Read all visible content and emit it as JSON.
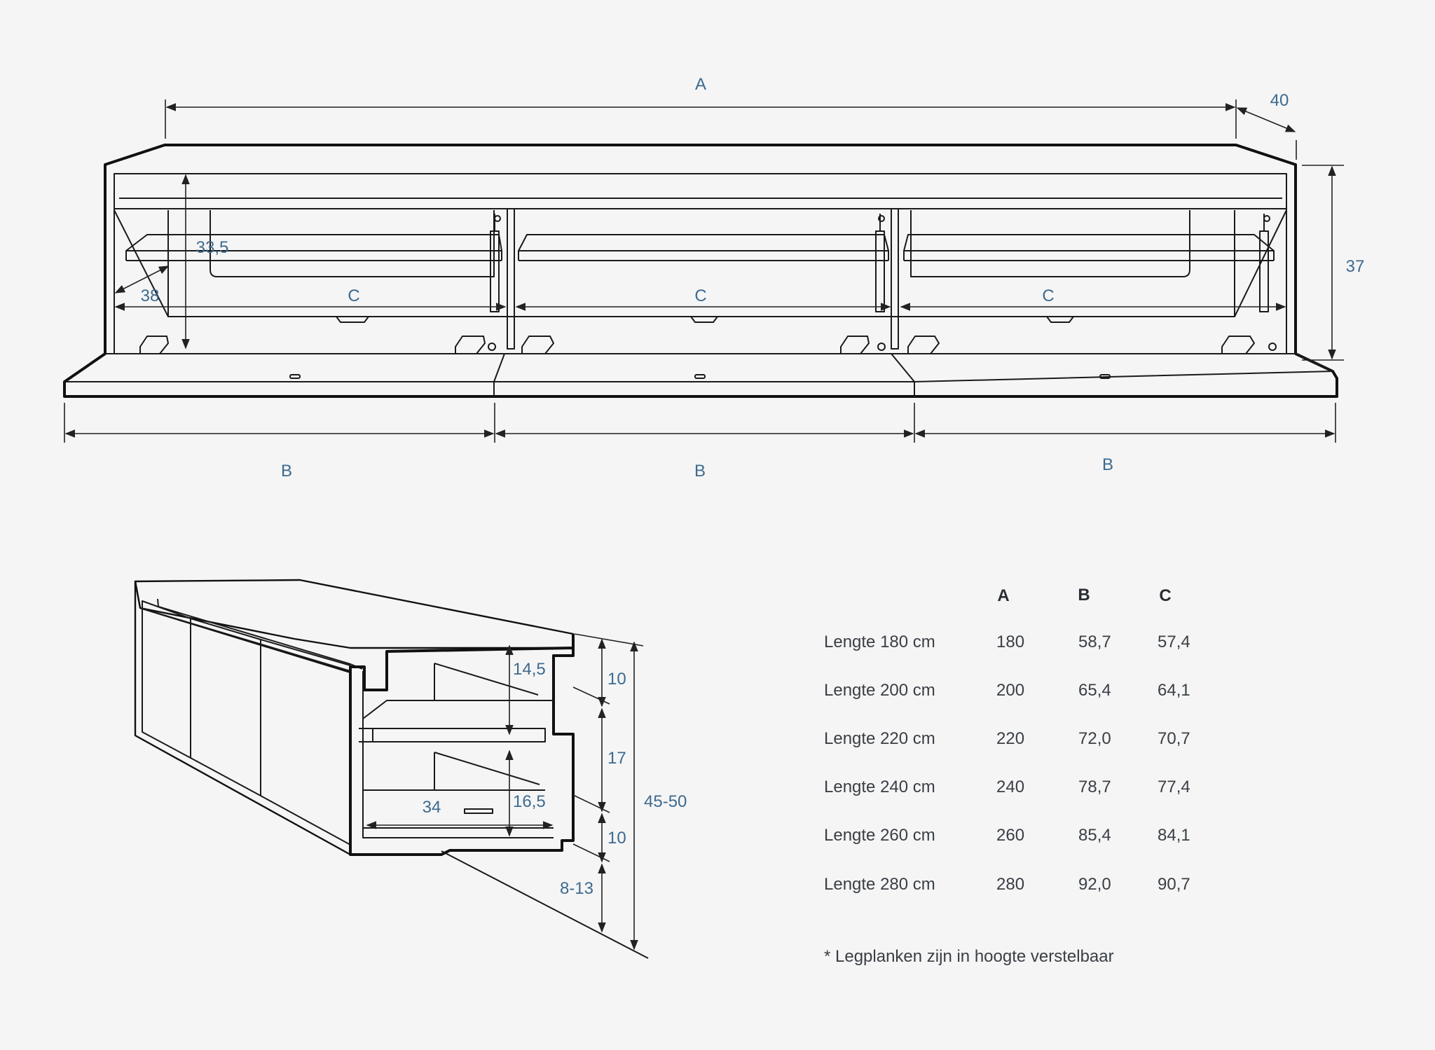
{
  "top_view": {
    "label_a": "A",
    "label_depth": "40",
    "label_height": "37",
    "label_shelf_height": "33,5",
    "label_inner_depth": "38",
    "label_c": "C",
    "label_b": "B"
  },
  "side_view": {
    "label_top_space": "14,5",
    "label_bottom_space": "16,5",
    "label_depth": "34",
    "label_10_top": "10",
    "label_17": "17",
    "label_10_bottom": "10",
    "label_total": "45-50",
    "label_wall_gap": "8-13"
  },
  "table": {
    "headers": [
      "A",
      "B",
      "C"
    ],
    "rows": [
      {
        "label": "Lengte 180 cm",
        "a": "180",
        "b": "58,7",
        "c": "57,4"
      },
      {
        "label": "Lengte 200 cm",
        "a": "200",
        "b": "65,4",
        "c": "64,1"
      },
      {
        "label": "Lengte 220 cm",
        "a": "220",
        "b": "72,0",
        "c": "70,7"
      },
      {
        "label": "Lengte 240 cm",
        "a": "240",
        "b": "78,7",
        "c": "77,4"
      },
      {
        "label": "Lengte 260 cm",
        "a": "260",
        "b": "85,4",
        "c": "84,1"
      },
      {
        "label": "Lengte 280 cm",
        "a": "280",
        "b": "92,0",
        "c": "90,7"
      }
    ],
    "footnote": "* Legplanken zijn in hoogte verstelbaar"
  },
  "colors": {
    "background": "#f5f5f5",
    "dimension_text": "#3d6a8f",
    "line": "#111111"
  }
}
